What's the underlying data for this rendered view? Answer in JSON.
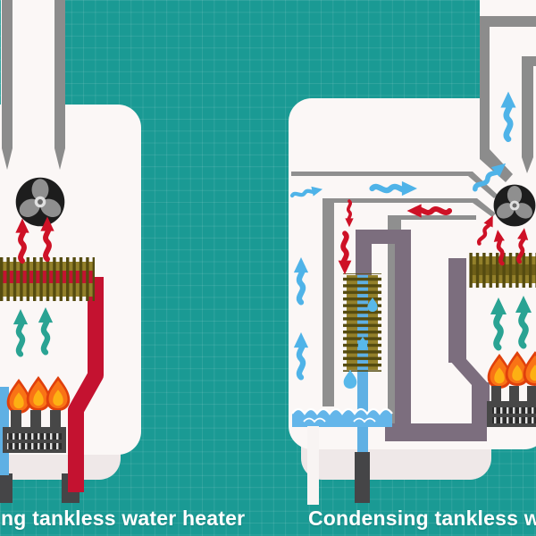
{
  "captions": {
    "left": "ng tankless water heater",
    "right": "Condensing tankless wate"
  },
  "palette": {
    "background_teal": "#1a9a94",
    "grid_line": "rgba(255,255,255,0.10)",
    "casing_white": "#fbf7f6",
    "casing_shadow": "#efe8e8",
    "metal_gray": "#8c8c8c",
    "dark_gray_pipe": "#454547",
    "hot_water_pipe_red": "#c41230",
    "cold_water_pipe_blue": "#5fb0e4",
    "chamber_purple": "#7c6e7e",
    "coil_olive": "#93802a",
    "coil_fin_dark": "#554b10",
    "arrow_red": "#ce1126",
    "arrow_blue": "#4fb3e8",
    "arrow_teal": "#2aa393",
    "flame_orange": "#f97316",
    "flame_red": "#e0400c",
    "water_blue": "#64b6ea",
    "burner_gray": "#474747",
    "caption_text": "#ffffff"
  },
  "units": {
    "left": {
      "caption": "ng tankless water heater",
      "components": [
        "exhaust-pipe",
        "fan",
        "hot-exhaust-arrows",
        "heat-exchanger-coil",
        "hot-water-pipe-red",
        "heat-rise-arrows",
        "flames",
        "burner",
        "cold-water-pipe-blue",
        "support-legs"
      ]
    },
    "right": {
      "caption": "Condensing tankless wate",
      "components": [
        "exhaust-vent",
        "cool-exhaust-arrows",
        "fan",
        "hot-exhaust-arrows",
        "secondary-heat-exchanger-coil",
        "condensate-drops",
        "condensate-water",
        "condensate-drain-pipe",
        "cold-water-pipe-blue",
        "chamber-purple-duct",
        "primary-heat-exchanger-coil",
        "heat-rise-arrows",
        "flames",
        "burner"
      ]
    }
  }
}
